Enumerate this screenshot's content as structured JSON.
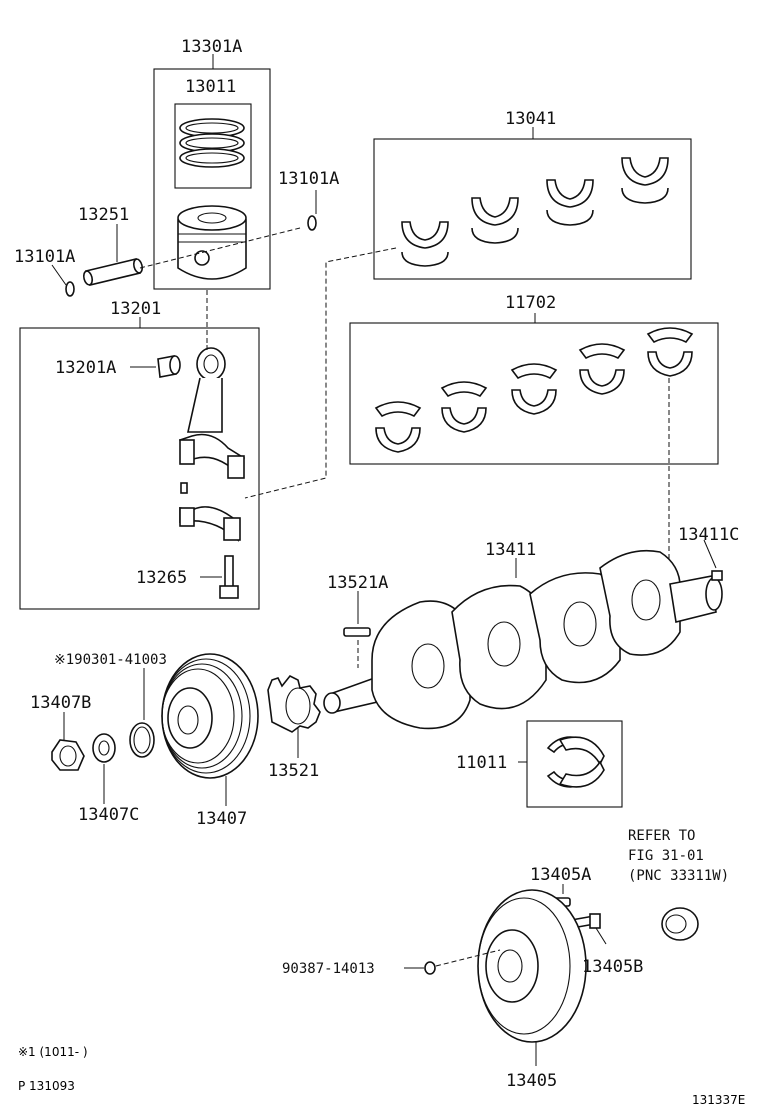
{
  "labels": {
    "piston_sub_assy": "13301A",
    "piston_ring_set": "13011",
    "bearing_set_upper": "13041",
    "snap_ring_right": "13101A",
    "piston_pin": "13251",
    "snap_ring_left": "13101A",
    "bearing_set_main": "11702",
    "connecting_rod_assy": "13201",
    "rod_bushing": "13201A",
    "rod_bolt": "13265",
    "crankshaft": "13411",
    "crank_plug": "13411C",
    "crank_key": "13521A",
    "o_ring_note": "※190301-41003",
    "nut": "13407B",
    "washer": "13407C",
    "pulley": "13407",
    "timing_gear": "13521",
    "thrust_washer": "11011",
    "refer_line1": "REFER TO",
    "refer_line2": "FIG 31-01",
    "refer_line3": "(PNC 33311W)",
    "flywheel_pin": "13405A",
    "flywheel_bolt": "13405B",
    "bearing_part": "90387-14013",
    "flywheel": "13405"
  },
  "footer": {
    "note": "※1 (1011-    )",
    "page_ref": "P 131093",
    "figure_id": "131337E"
  }
}
